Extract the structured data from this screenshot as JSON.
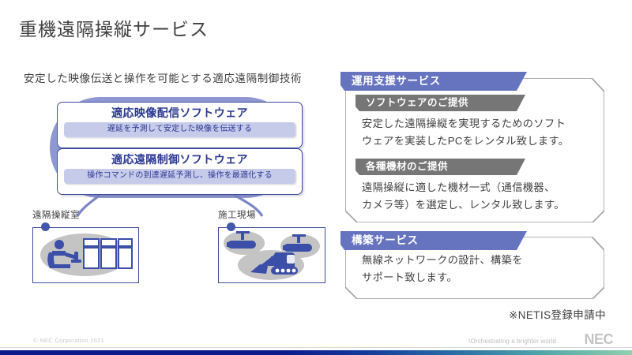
{
  "slide": {
    "title": "重機遠隔操縦サービス",
    "left_subtitle": "安定した映像伝送と操作を可能とする適応遠隔制御技術"
  },
  "software_cards": [
    {
      "title": "適応映像配信ソフトウェア",
      "subtitle": "遅延を予測して安定した映像を伝送する"
    },
    {
      "title": "適応遠隔制御ソフトウェア",
      "subtitle": "操作コマンドの到達遅延予測し、操作を最適化する"
    }
  ],
  "illustrations": [
    {
      "label": "遠隔操縦室",
      "icon": "operator-console-icon"
    },
    {
      "label": "施工現場",
      "icon": "excavator-camera-icon"
    }
  ],
  "panels": [
    {
      "banner": "運用支援サービス",
      "sections": [
        {
          "heading": "ソフトウェアのご提供",
          "body": "安定した遠隔操縦を実現するためのソフト\nウェアを実装したPCをレンタル致します。"
        },
        {
          "heading": "各種機材のご提供",
          "body": "遠隔操縦に適した機材一式（通信機器、\nカメラ等）を選定し、レンタル致します。"
        }
      ]
    },
    {
      "banner": "構築サービス",
      "sections": [
        {
          "heading": "",
          "body": "無線ネットワークの設計、構築を\nサポート致します。"
        }
      ]
    }
  ],
  "netis_note": "※NETIS登録申請中",
  "footer": {
    "copyright": "© NEC Corporation 2021",
    "tagline": "\\Orchestrating a brighter world",
    "logo": "NEC"
  },
  "colors": {
    "brand_purple": "#6674c0",
    "blob_purple": "#8e97d1",
    "card_blue": "#2a3791",
    "sub_fill": "#c7cbea",
    "grey_banner": "#767676",
    "icon_blue": "#3b4ea8",
    "icon_grey": "#c0c0c0"
  }
}
